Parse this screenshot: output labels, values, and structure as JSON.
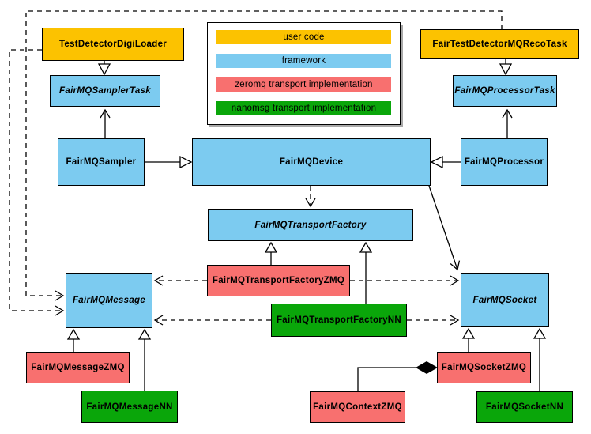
{
  "colors": {
    "user_code": "#fcc200",
    "framework": "#7ccbf0",
    "zeromq": "#f8706f",
    "nanomsg": "#0aa60a",
    "border": "#000000",
    "legend_shadow": "#a9a9a9"
  },
  "legend": {
    "items": [
      {
        "label": "user code",
        "color_key": "user_code"
      },
      {
        "label": "framework",
        "color_key": "framework"
      },
      {
        "label": "zeromq transport implementation",
        "color_key": "zeromq"
      },
      {
        "label": "nanomsg transport implementation",
        "color_key": "nanomsg"
      }
    ]
  },
  "nodes": {
    "test_detector_digi_loader": {
      "label": "TestDetectorDigiLoader",
      "color_key": "user_code",
      "abstract": false
    },
    "fair_test_detector_mq_reco_task": {
      "label": "FairTestDetectorMQRecoTask",
      "color_key": "user_code",
      "abstract": false
    },
    "fairmq_sampler_task": {
      "label": "FairMQSamplerTask",
      "color_key": "framework",
      "abstract": true
    },
    "fairmq_processor_task": {
      "label": "FairMQProcessorTask",
      "color_key": "framework",
      "abstract": true
    },
    "fairmq_sampler": {
      "label": "FairMQSampler",
      "color_key": "framework",
      "abstract": false
    },
    "fairmq_device": {
      "label": "FairMQDevice",
      "color_key": "framework",
      "abstract": false
    },
    "fairmq_processor": {
      "label": "FairMQProcessor",
      "color_key": "framework",
      "abstract": false
    },
    "fairmq_transport_factory": {
      "label": "FairMQTransportFactory",
      "color_key": "framework",
      "abstract": true
    },
    "fairmq_transport_factory_zmq": {
      "label": "FairMQTransportFactoryZMQ",
      "color_key": "zeromq",
      "abstract": false
    },
    "fairmq_transport_factory_nn": {
      "label": "FairMQTransportFactoryNN",
      "color_key": "nanomsg",
      "abstract": false
    },
    "fairmq_message": {
      "label": "FairMQMessage",
      "color_key": "framework",
      "abstract": true
    },
    "fairmq_socket": {
      "label": "FairMQSocket",
      "color_key": "framework",
      "abstract": true
    },
    "fairmq_message_zmq": {
      "label": "FairMQMessageZMQ",
      "color_key": "zeromq",
      "abstract": false
    },
    "fairmq_message_nn": {
      "label": "FairMQMessageNN",
      "color_key": "nanomsg",
      "abstract": false
    },
    "fairmq_context_zmq": {
      "label": "FairMQContextZMQ",
      "color_key": "zeromq",
      "abstract": false
    },
    "fairmq_socket_zmq": {
      "label": "FairMQSocketZMQ",
      "color_key": "zeromq",
      "abstract": false
    },
    "fairmq_socket_nn": {
      "label": "FairMQSocketNN",
      "color_key": "nanomsg",
      "abstract": false
    }
  },
  "edges": [
    {
      "from": "TestDetectorDigiLoader",
      "to": "FairMQSamplerTask",
      "type": "inheritance"
    },
    {
      "from": "FairTestDetectorMQRecoTask",
      "to": "FairMQProcessorTask",
      "type": "inheritance"
    },
    {
      "from": "FairMQSampler",
      "to": "FairMQSamplerTask",
      "type": "arrow"
    },
    {
      "from": "FairMQProcessor",
      "to": "FairMQProcessorTask",
      "type": "arrow"
    },
    {
      "from": "FairMQSampler",
      "to": "FairMQDevice",
      "type": "inheritance"
    },
    {
      "from": "FairMQProcessor",
      "to": "FairMQDevice",
      "type": "inheritance"
    },
    {
      "from": "FairMQDevice",
      "to": "FairMQTransportFactory",
      "type": "dependency_dashed"
    },
    {
      "from": "FairMQDevice",
      "to": "FairMQSocket",
      "type": "arrow"
    },
    {
      "from": "FairMQTransportFactoryZMQ",
      "to": "FairMQTransportFactory",
      "type": "inheritance"
    },
    {
      "from": "FairMQTransportFactoryNN",
      "to": "FairMQTransportFactory",
      "type": "inheritance"
    },
    {
      "from": "FairMQTransportFactoryZMQ",
      "to": "FairMQMessage",
      "type": "dependency_dashed"
    },
    {
      "from": "FairMQTransportFactoryZMQ",
      "to": "FairMQSocket",
      "type": "dependency_dashed"
    },
    {
      "from": "FairMQTransportFactoryNN",
      "to": "FairMQMessage",
      "type": "dependency_dashed"
    },
    {
      "from": "FairMQTransportFactoryNN",
      "to": "FairMQSocket",
      "type": "dependency_dashed"
    },
    {
      "from": "TestDetectorDigiLoader",
      "to": "FairMQMessage",
      "type": "dependency_dashed"
    },
    {
      "from": "FairTestDetectorMQRecoTask",
      "to": "FairMQMessage",
      "type": "dependency_dashed"
    },
    {
      "from": "FairMQMessageZMQ",
      "to": "FairMQMessage",
      "type": "inheritance"
    },
    {
      "from": "FairMQMessageNN",
      "to": "FairMQMessage",
      "type": "inheritance"
    },
    {
      "from": "FairMQSocketZMQ",
      "to": "FairMQSocket",
      "type": "inheritance"
    },
    {
      "from": "FairMQSocketNN",
      "to": "FairMQSocket",
      "type": "inheritance"
    },
    {
      "from": "FairMQContextZMQ",
      "to": "FairMQSocketZMQ",
      "type": "composition"
    }
  ]
}
